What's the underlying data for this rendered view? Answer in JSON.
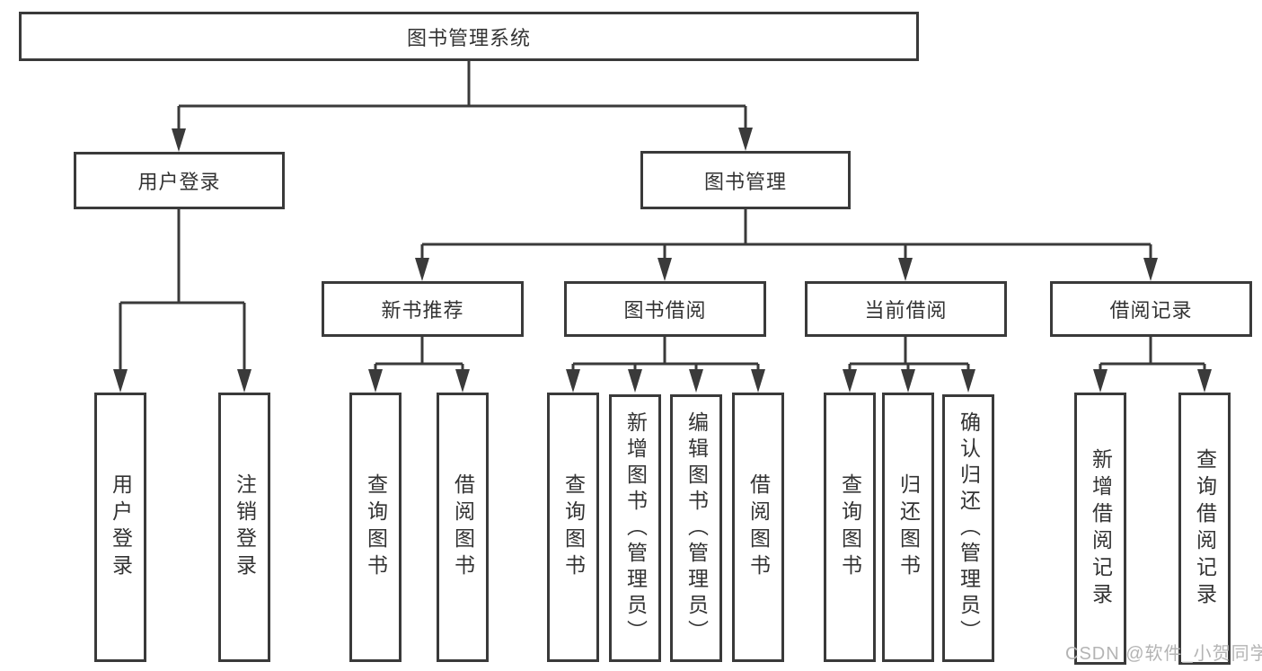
{
  "tree": {
    "root": {
      "label": "图书管理系统"
    },
    "branches": [
      {
        "label": "用户登录",
        "children": [
          {
            "label": "用户登录"
          },
          {
            "label": "注销登录"
          }
        ]
      },
      {
        "label": "图书管理",
        "children": [
          {
            "label": "新书推荐",
            "children": [
              {
                "label": "查询图书"
              },
              {
                "label": "借阅图书"
              }
            ]
          },
          {
            "label": "图书借阅",
            "children": [
              {
                "label": "查询图书"
              },
              {
                "label": "新增图书（管理员）"
              },
              {
                "label": "编辑图书（管理员）"
              },
              {
                "label": "借阅图书"
              }
            ]
          },
          {
            "label": "当前借阅",
            "children": [
              {
                "label": "查询图书"
              },
              {
                "label": "归还图书"
              },
              {
                "label": "确认归还（管理员）"
              }
            ]
          },
          {
            "label": "借阅记录",
            "children": [
              {
                "label": "新增借阅记录"
              },
              {
                "label": "查询借阅记录"
              }
            ]
          }
        ]
      }
    ]
  },
  "watermark": {
    "text": "CSDN @软件_小贺同学"
  },
  "colors": {
    "line": "#3a3a3a",
    "text": "#333333",
    "watermark": "#b4b4b4",
    "background": "#ffffff"
  }
}
